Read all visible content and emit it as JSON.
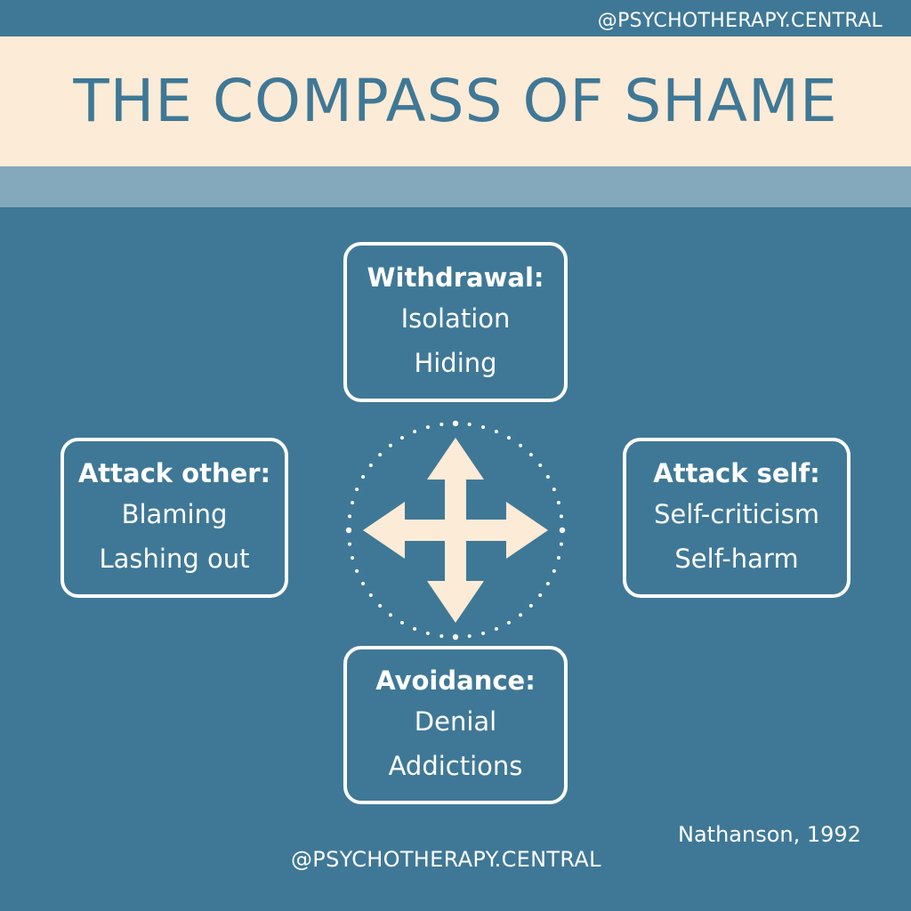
{
  "handle_top": "@PSYCHOTHERAPY.CENTRAL",
  "title": "THE COMPASS OF SHAME",
  "colors": {
    "background": "#3f7896",
    "title_band": "#fcebd6",
    "stripe": "#84a9bd",
    "arrow": "#fcebd6",
    "text": "#ffffff"
  },
  "cards": {
    "top": {
      "heading": "Withdrawal:",
      "items": [
        "Isolation",
        "Hiding"
      ]
    },
    "left": {
      "heading": "Attack other:",
      "items": [
        "Blaming",
        "Lashing out"
      ]
    },
    "right": {
      "heading": "Attack self:",
      "items": [
        "Self-criticism",
        "Self-harm"
      ]
    },
    "bottom": {
      "heading": "Avoidance:",
      "items": [
        "Denial",
        "Addictions"
      ]
    }
  },
  "center_icon": "four-way-arrow-icon",
  "citation": "Nathanson, 1992",
  "handle_bottom": "@PSYCHOTHERAPY.CENTRAL"
}
